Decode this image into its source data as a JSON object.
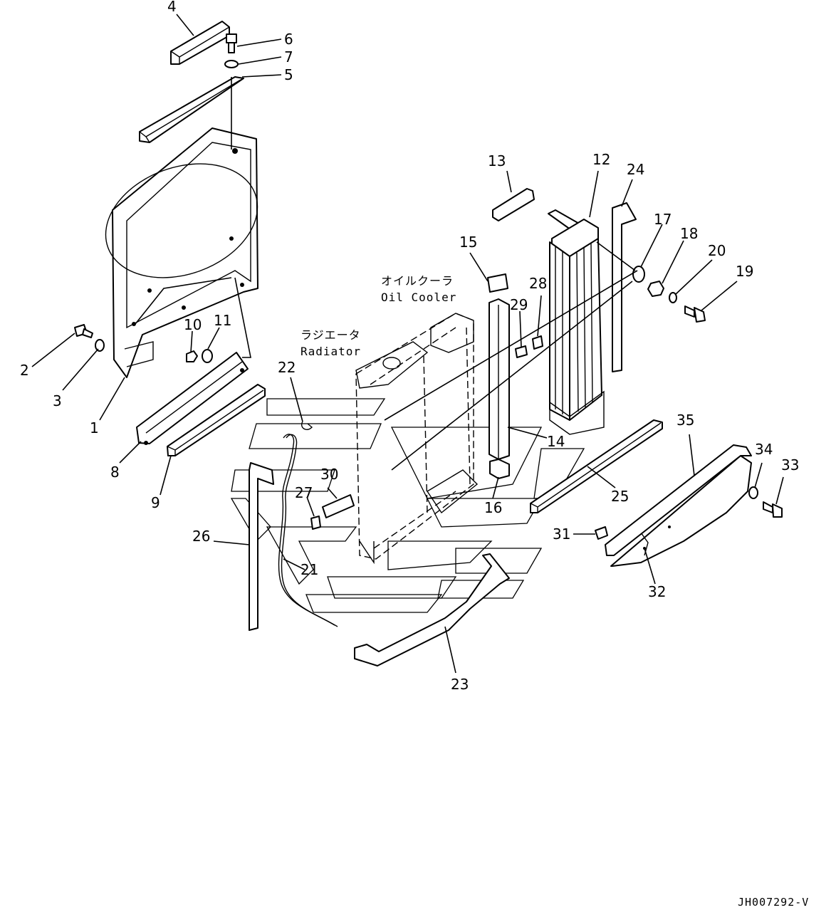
{
  "diagram": {
    "labels": {
      "oil_cooler_jp": "オイルクーラ",
      "oil_cooler_en": "Oil Cooler",
      "radiator_jp": "ラジエータ",
      "radiator_en": "Radiator"
    },
    "drawing_code": "JH007292-V",
    "callouts": [
      "1",
      "2",
      "3",
      "4",
      "5",
      "6",
      "7",
      "8",
      "9",
      "10",
      "11",
      "12",
      "13",
      "14",
      "15",
      "16",
      "17",
      "18",
      "19",
      "20",
      "21",
      "22",
      "23",
      "24",
      "25",
      "26",
      "27",
      "28",
      "29",
      "30",
      "31",
      "32",
      "33",
      "34",
      "35"
    ]
  }
}
